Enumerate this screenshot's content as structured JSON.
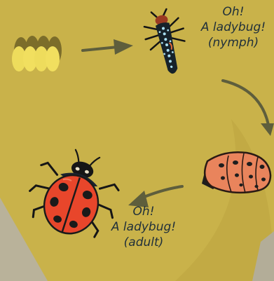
{
  "captions": {
    "nymph": {
      "line1": "Oh!",
      "line2": "A ladybug!",
      "line3": "(nymph)"
    },
    "adult": {
      "line1": "Oh!",
      "line2": "A ladybug!",
      "line3": "(adult)"
    }
  },
  "stages": [
    "eggs",
    "nymph",
    "pupa",
    "adult"
  ],
  "colors": {
    "background": "#c9b24a",
    "background_shade": "#b8a33e",
    "corner_grey": "#b9b29a",
    "egg": "#eedc5c",
    "egg_shadow": "#8a7a30",
    "arrow": "#5e5e3c",
    "ladybug_red": "#e8462b",
    "pupa_orange": "#e9845c",
    "text": "#1f2f3a"
  }
}
